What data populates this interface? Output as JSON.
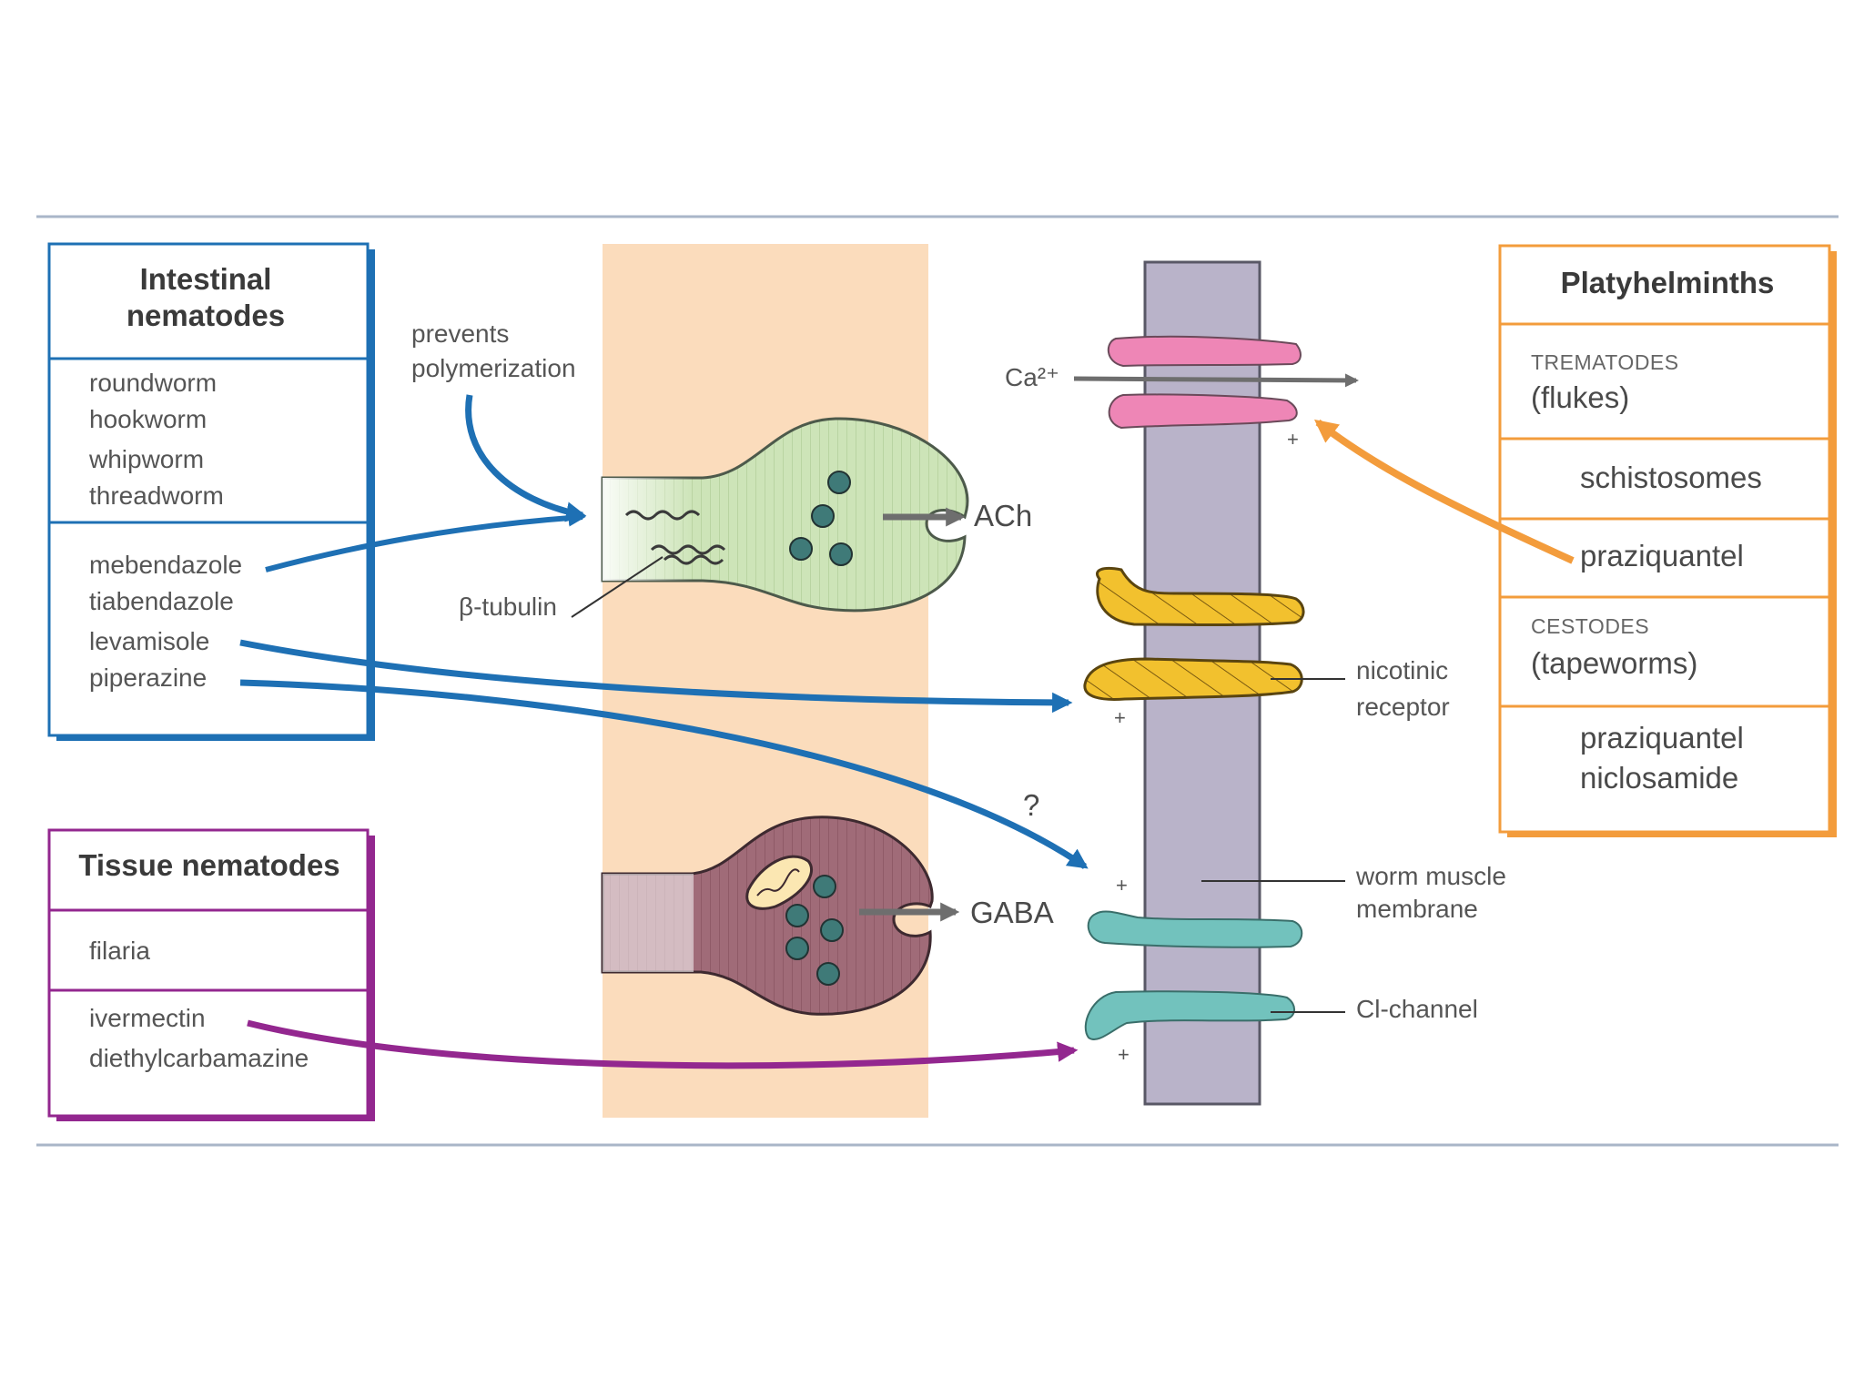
{
  "colors": {
    "nematode_blue": "#1e70b4",
    "tissue_purple": "#93278f",
    "platy_orange": "#f39c3c",
    "membrane": "#b9b3c9",
    "synapse_bg": "#fbdcbc",
    "ach_terminal": "#cde4b8",
    "gaba_terminal": "#9c6572",
    "vesicle": "#3f7a78",
    "ca_channel": "#ee86b6",
    "nicotinic_receptor": "#f2c12e",
    "cl_channel": "#72c2bd"
  },
  "intestinal": {
    "title_line1": "Intestinal",
    "title_line2": "nematodes",
    "worms": [
      "roundworm",
      "hookworm",
      "whipworm",
      "threadworm"
    ],
    "drugs": [
      "mebendazole",
      "tiabendazole",
      "levamisole",
      "piperazine"
    ]
  },
  "tissue": {
    "title": "Tissue nematodes",
    "worm": "filaria",
    "drugs": [
      "ivermectin",
      "diethylcarbamazine"
    ]
  },
  "platy": {
    "title": "Platyhelminths",
    "trematodes_caps": "TREMATODES",
    "trematodes_sub": "(flukes)",
    "schistosomes": "schistosomes",
    "trematode_drug": "praziquantel",
    "cestodes_caps": "CESTODES",
    "cestodes_sub": "(tapeworms)",
    "cestode_drugs": [
      "praziquantel",
      "niclosamide"
    ]
  },
  "labels": {
    "prevents_line1": "prevents",
    "prevents_line2": "polymerization",
    "tubulin": "β-tubulin",
    "ach": "ACh",
    "gaba": "GABA",
    "ca": "Ca²⁺",
    "question": "?",
    "nicotinic_line1": "nicotinic",
    "nicotinic_line2": "receptor",
    "membrane_line1": "worm muscle",
    "membrane_line2": "membrane",
    "cl_channel": "Cl-channel",
    "plus": "+"
  }
}
